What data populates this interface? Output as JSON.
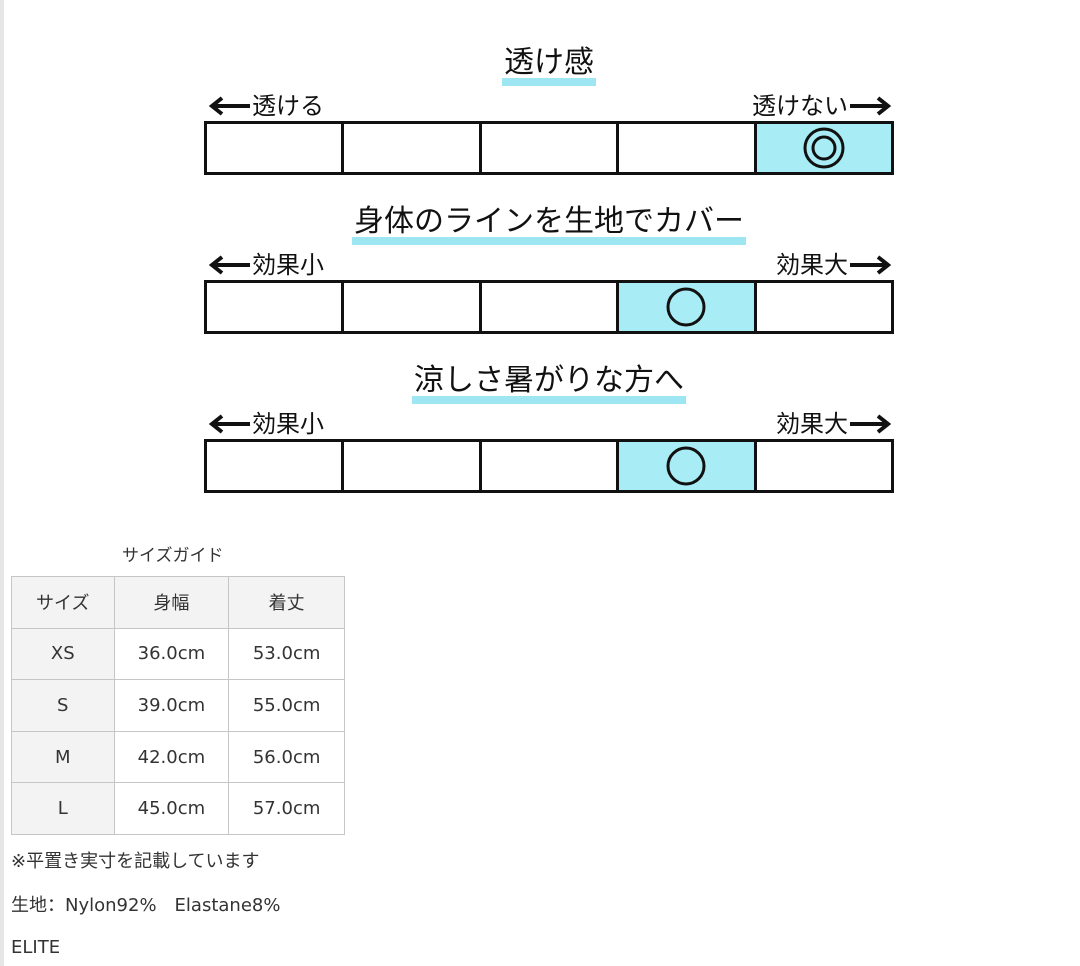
{
  "scales": [
    {
      "title": "透け感",
      "left_label": "透ける",
      "right_label": "透けない",
      "segments": 5,
      "selected_index": 4,
      "mark": "◎",
      "mark_icon": "double-circle-icon"
    },
    {
      "title": "身体のラインを生地でカバー",
      "left_label": "効果小",
      "right_label": "効果大",
      "segments": 5,
      "selected_index": 3,
      "mark": "○",
      "mark_icon": "circle-icon"
    },
    {
      "title": "涼しさ暑がりな方へ",
      "left_label": "効果小",
      "right_label": "効果大",
      "segments": 5,
      "selected_index": 3,
      "mark": "○",
      "mark_icon": "circle-icon"
    }
  ],
  "colors": {
    "highlight": "#9ee6f2",
    "selected_cell": "#a8ecf5",
    "border": "#111111"
  },
  "size_guide": {
    "title": "サイズガイド",
    "headers": [
      "サイズ",
      "身幅",
      "着丈"
    ],
    "rows": [
      [
        "XS",
        "36.0cm",
        "53.0cm"
      ],
      [
        "S",
        "39.0cm",
        "55.0cm"
      ],
      [
        "M",
        "42.0cm",
        "56.0cm"
      ],
      [
        "L",
        "45.0cm",
        "57.0cm"
      ]
    ]
  },
  "notes": {
    "measurement": "※平置き実寸を記載しています",
    "fabric": "生地：Nylon92%　Elastane8%",
    "brand": "ELITE"
  }
}
